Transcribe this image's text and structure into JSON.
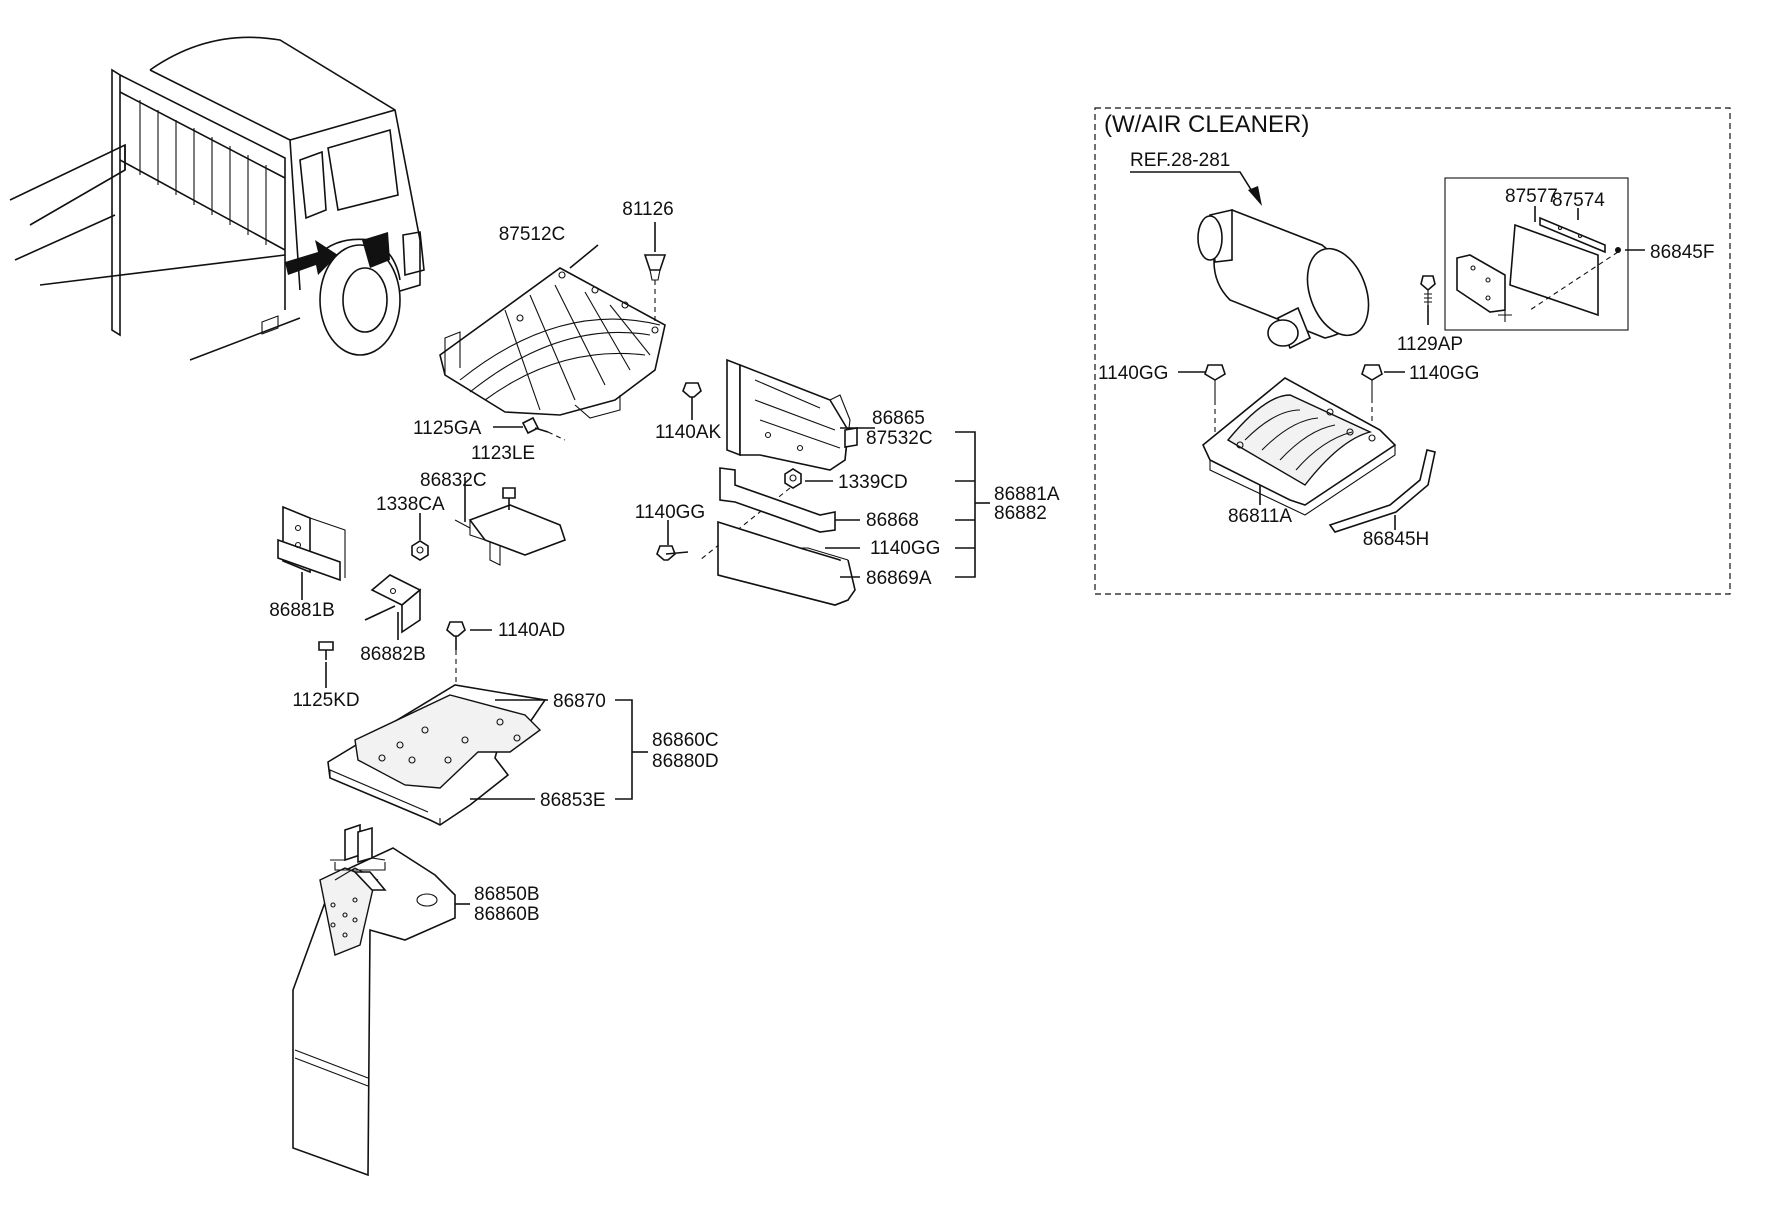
{
  "labels": {
    "p87512C": "87512C",
    "p81126": "81126",
    "p1125GA": "1125GA",
    "p1123LE": "1123LE",
    "p86832C": "86832C",
    "p1338CA": "1338CA",
    "p86881B": "86881B",
    "p86882B": "86882B",
    "p1140AD": "1140AD",
    "p1125KD": "1125KD",
    "p86870": "86870",
    "p86860C": "86860C",
    "p86880D": "86880D",
    "p86853E": "86853E",
    "p86850B": "86850B",
    "p86860B": "86860B",
    "p1140AK": "1140AK",
    "p86865": "86865",
    "p87532C": "87532C",
    "p1339CD": "1339CD",
    "p1140GG_left": "1140GG",
    "p86868": "86868",
    "p1140GG_mid": "1140GG",
    "p86869A": "86869A",
    "p86881A": "86881A",
    "p86882": "86882",
    "inset_title": "(W/AIR CLEANER)",
    "ref": "REF.28-281",
    "p87577": "87577",
    "p87574": "87574",
    "p86845F": "86845F",
    "p1129AP": "1129AP",
    "p1140GG_inset_left": "1140GG",
    "p1140GG_inset_right": "1140GG",
    "p86811A": "86811A",
    "p86845H": "86845H"
  }
}
